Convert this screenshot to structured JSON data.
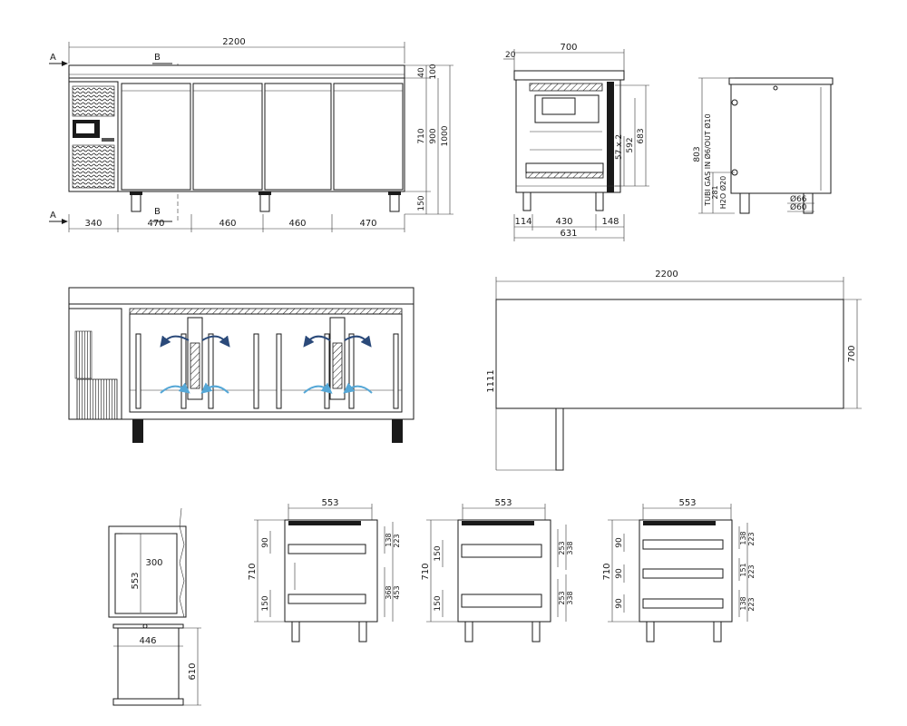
{
  "front_view": {
    "overall_width": "2200",
    "section_a": "A",
    "section_b": "B",
    "height_top": "40",
    "height_top2": "100",
    "height_body": "710",
    "height_mid": "900",
    "height_total": "1000",
    "height_leg": "150",
    "segments": [
      "340",
      "470",
      "460",
      "460",
      "470"
    ]
  },
  "side_view": {
    "depth": "700",
    "offset": "20",
    "h_683": "683",
    "h_592": "592",
    "h_57x2": "57 x 2",
    "w_114": "114",
    "w_430": "430",
    "w_148": "148",
    "w_631": "631"
  },
  "pipe_view": {
    "height_803": "803",
    "pipe_label": "TUBI GAS IN Ø6/OUT Ø10",
    "h_281": "281",
    "water_label": "H2O Ø20",
    "d_66": "Ø66",
    "d_60": "Ø60"
  },
  "top_view": {
    "width": "2200",
    "depth": "700",
    "door_swing": "1111"
  },
  "tray_view": {
    "h_553": "553",
    "w_300": "300",
    "w_446": "446",
    "h_610": "610"
  },
  "drawer_views": [
    {
      "width": "553",
      "height": "710",
      "left_dims": [
        "90",
        "150"
      ],
      "right_dims": [
        "138",
        "223",
        "368",
        "453"
      ]
    },
    {
      "width": "553",
      "height": "710",
      "left_dims": [
        "150",
        "150"
      ],
      "right_dims": [
        "253",
        "338",
        "253",
        "338"
      ]
    },
    {
      "width": "553",
      "height": "710",
      "left_dims": [
        "90",
        "90",
        "90"
      ],
      "right_dims": [
        "138",
        "223",
        "151",
        "223",
        "138",
        "223"
      ]
    }
  ]
}
